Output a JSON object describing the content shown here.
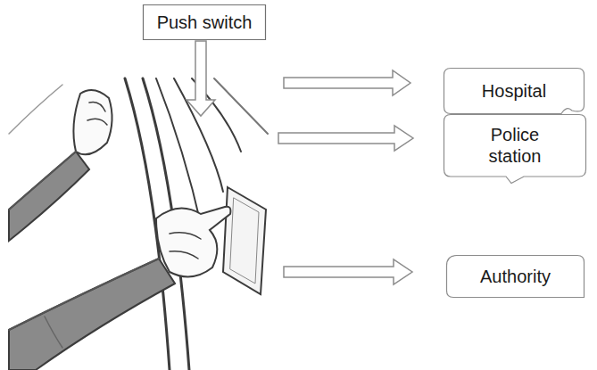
{
  "diagram": {
    "nodes": [
      {
        "text": [
          "Push switch"
        ]
      },
      {
        "text": [
          "Hospital"
        ]
      },
      {
        "text": [
          "Police station"
        ]
      },
      {
        "text": [
          "Authority"
        ]
      }
    ]
  }
}
